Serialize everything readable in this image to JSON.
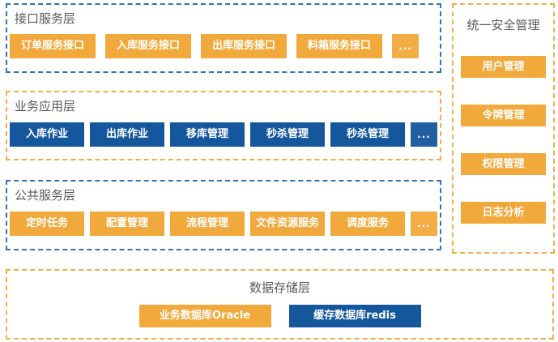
{
  "diagram": {
    "layers": [
      {
        "id": "interface-service-layer",
        "title": "接口服务层",
        "button_style": "orange",
        "items": [
          "订单服务接口",
          "入库服务接口",
          "出库服务接口",
          "料箱服务接口",
          "..."
        ]
      },
      {
        "id": "business-application-layer",
        "title": "业务应用层",
        "button_style": "blue",
        "items": [
          "入库作业",
          "出库作业",
          "移库管理",
          "秒杀管理",
          "秒杀管理",
          "..."
        ]
      },
      {
        "id": "common-service-layer",
        "title": "公共服务层",
        "button_style": "orange",
        "items": [
          "定时任务",
          "配置管理",
          "流程管理",
          "文件资源服务",
          "调度服务",
          "..."
        ]
      }
    ],
    "security_panel": {
      "title": "统一安全管理",
      "button_style": "orange",
      "items": [
        "用户管理",
        "令牌管理",
        "权限管理",
        "日志分析"
      ]
    },
    "storage_layer": {
      "title": "数据存储层",
      "items": [
        {
          "label": "业务数据库Oracle",
          "style": "orange"
        },
        {
          "label": "缓存数据库redis",
          "style": "blue"
        }
      ]
    },
    "colors": {
      "button_orange": "#F2A93C",
      "button_blue": "#15579D",
      "border_blue_dashed": "#2E74B5",
      "border_orange_dashed": "#F2AC48",
      "title_text": "#595959",
      "button_text": "#FFFFFF"
    }
  }
}
